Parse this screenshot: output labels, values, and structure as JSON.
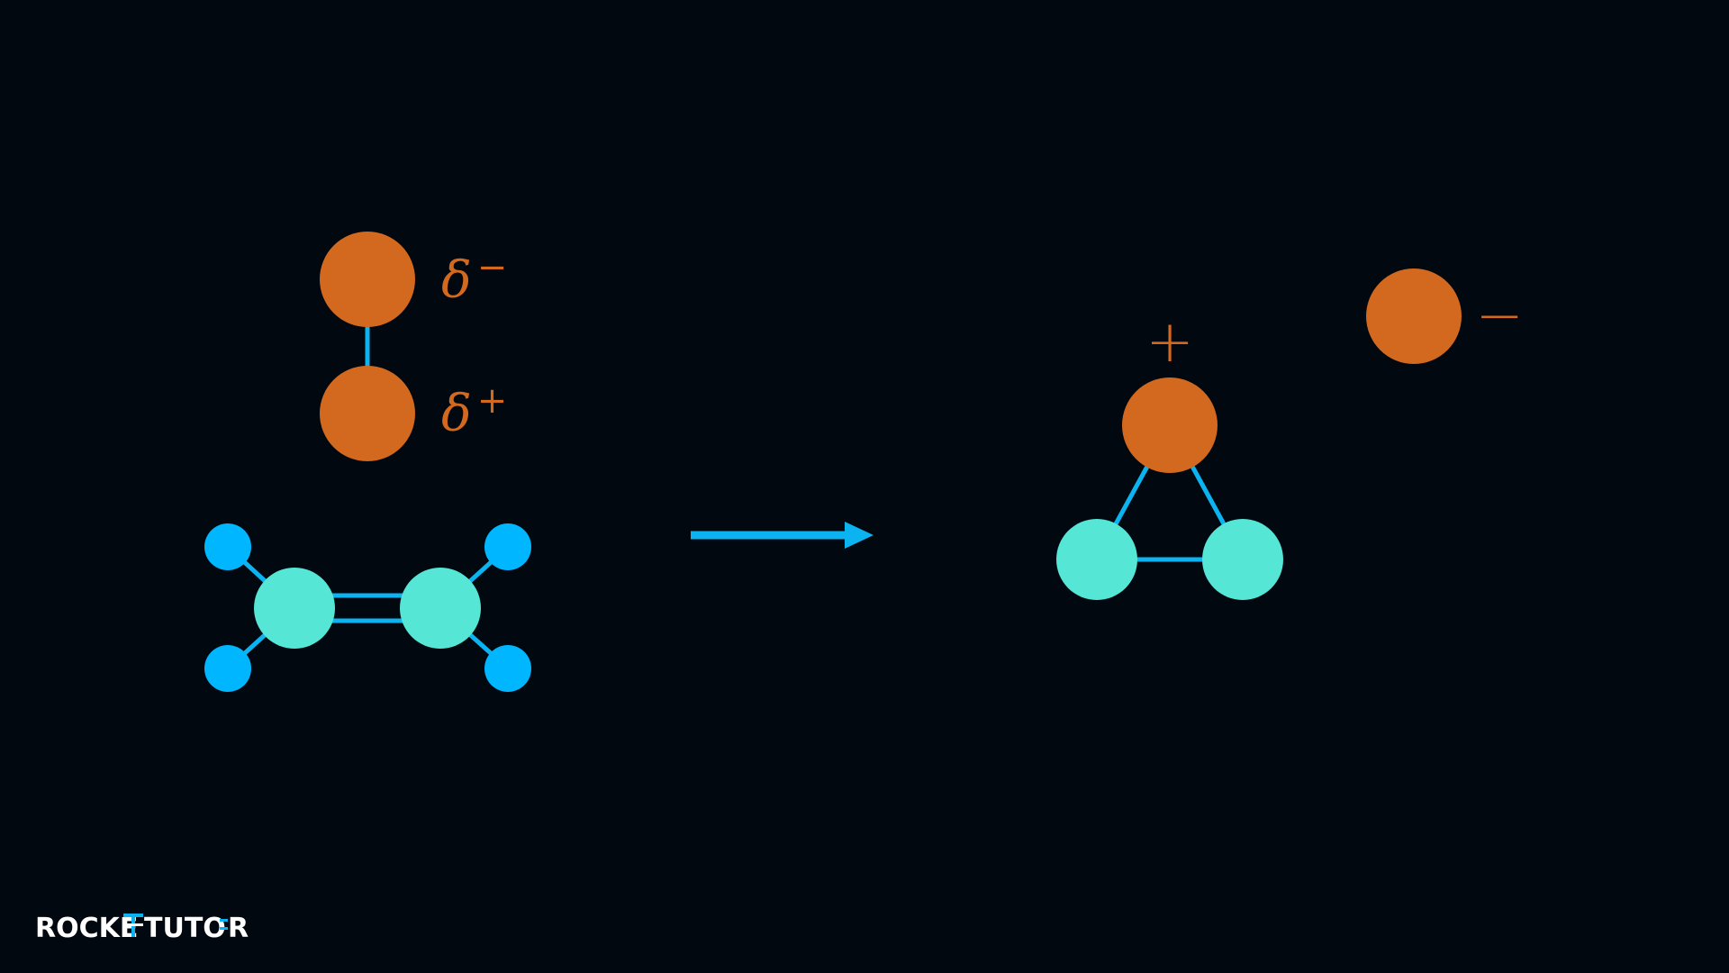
{
  "colors": {
    "background": "#010810",
    "halogen": "#d2691e",
    "carbon": "#55e6d6",
    "hydrogen": "#00b7ff",
    "bond": "#0bb4f0",
    "arrow": "#0bb4f0",
    "logo_text": "#ffffff",
    "logo_accent": "#0bb4f0"
  },
  "reactants": {
    "halogen_top_charge": {
      "symbol": "δ",
      "sign": "−"
    },
    "halogen_bottom_charge": {
      "symbol": "δ",
      "sign": "+"
    }
  },
  "products": {
    "bromonium_charge": "+",
    "bromide_charge": "−"
  },
  "logo": {
    "part1": "ROCKE",
    "part2": "TUTO",
    "part3": "R"
  }
}
